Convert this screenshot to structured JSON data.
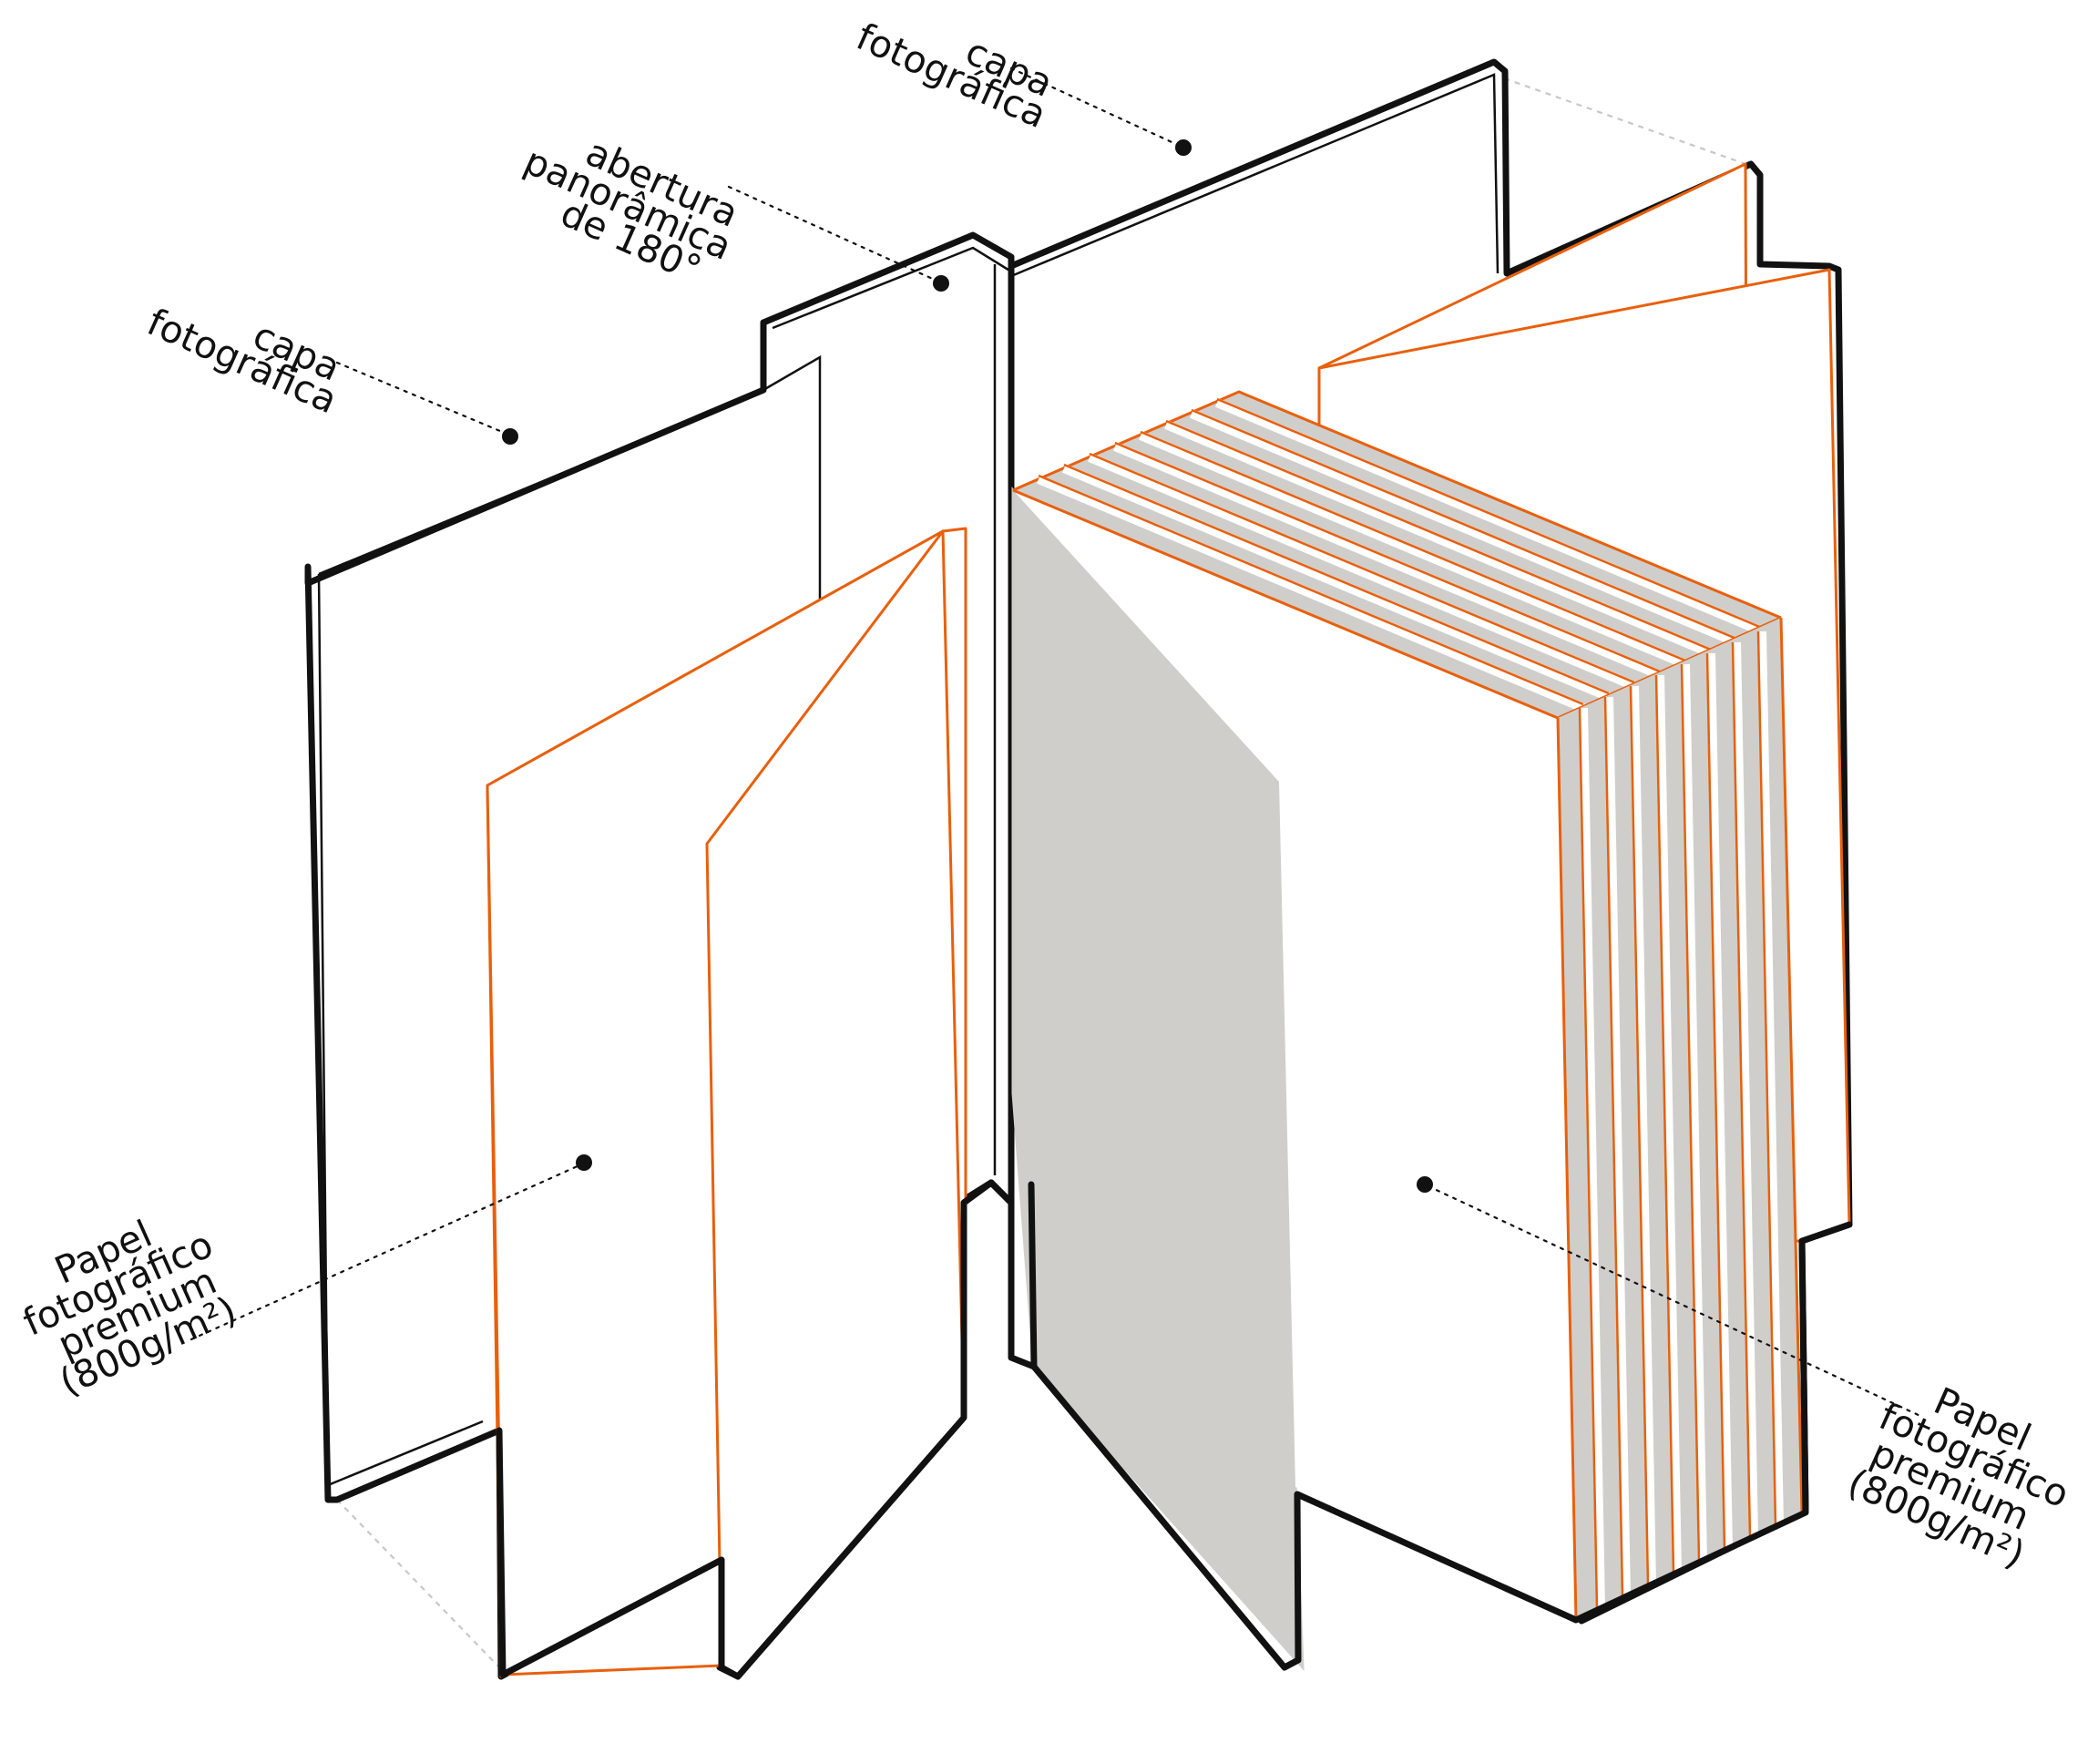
{
  "diagram": {
    "labels": {
      "cover_top": [
        "capa",
        "fotográfica"
      ],
      "opening": [
        "abertura",
        "panorâmica",
        "de 180°"
      ],
      "cover_left": [
        "capa",
        "fotográfica"
      ],
      "paper_left": [
        "Papel",
        "fotográfico",
        "premium",
        "(800g/m²)"
      ],
      "paper_right": [
        "Papel",
        "fotográfico",
        "premium",
        "(800g/m²)"
      ]
    },
    "colors": {
      "cover_outline": "#111111",
      "page_outline": "#e8600c",
      "page_edge_gray": "#cfcecb",
      "guide_line": "#c8c8c8"
    }
  }
}
